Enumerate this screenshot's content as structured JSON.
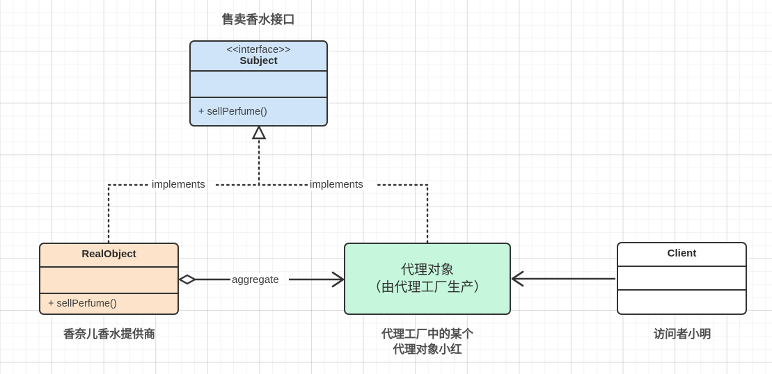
{
  "diagram": {
    "type": "uml-class-diagram",
    "background": "#ffffff",
    "grid": true,
    "title_interface": "售卖香水接口"
  },
  "nodes": {
    "subject": {
      "stereotype": "<<interface>>",
      "name": "Subject",
      "attributes": "",
      "operations": "+ sellPerfume()",
      "fill": "#cfe4f9",
      "stroke": "#333333",
      "caption": ""
    },
    "realobject": {
      "name": "RealObject",
      "attributes": "",
      "operations": "+ sellPerfume()",
      "fill": "#fce3ca",
      "stroke": "#333333",
      "caption": "香奈儿香水提供商"
    },
    "proxy": {
      "label_line1": "代理对象",
      "label_line2": "（由代理工厂生产）",
      "fill": "#c6f7dc",
      "stroke": "#333333",
      "caption": "代理工厂中的某个\n代理对象小红"
    },
    "client": {
      "name": "Client",
      "attributes": "",
      "operations": "",
      "fill": "#ffffff",
      "stroke": "#333333",
      "caption": "访问者小明"
    }
  },
  "edges": {
    "implements_left": {
      "label": "implements",
      "from": "realobject",
      "to": "subject",
      "style": "dotted",
      "arrow": "hollow-triangle"
    },
    "implements_right": {
      "label": "implements",
      "from": "proxy",
      "to": "subject",
      "style": "dotted",
      "arrow": "hollow-triangle"
    },
    "aggregate": {
      "label": "aggregate",
      "from": "realobject",
      "to": "proxy",
      "style": "solid",
      "arrow": "open-arrow",
      "source_decoration": "hollow-diamond"
    },
    "client_uses_proxy": {
      "label": "",
      "from": "client",
      "to": "proxy",
      "style": "solid",
      "arrow": "open-arrow"
    }
  }
}
